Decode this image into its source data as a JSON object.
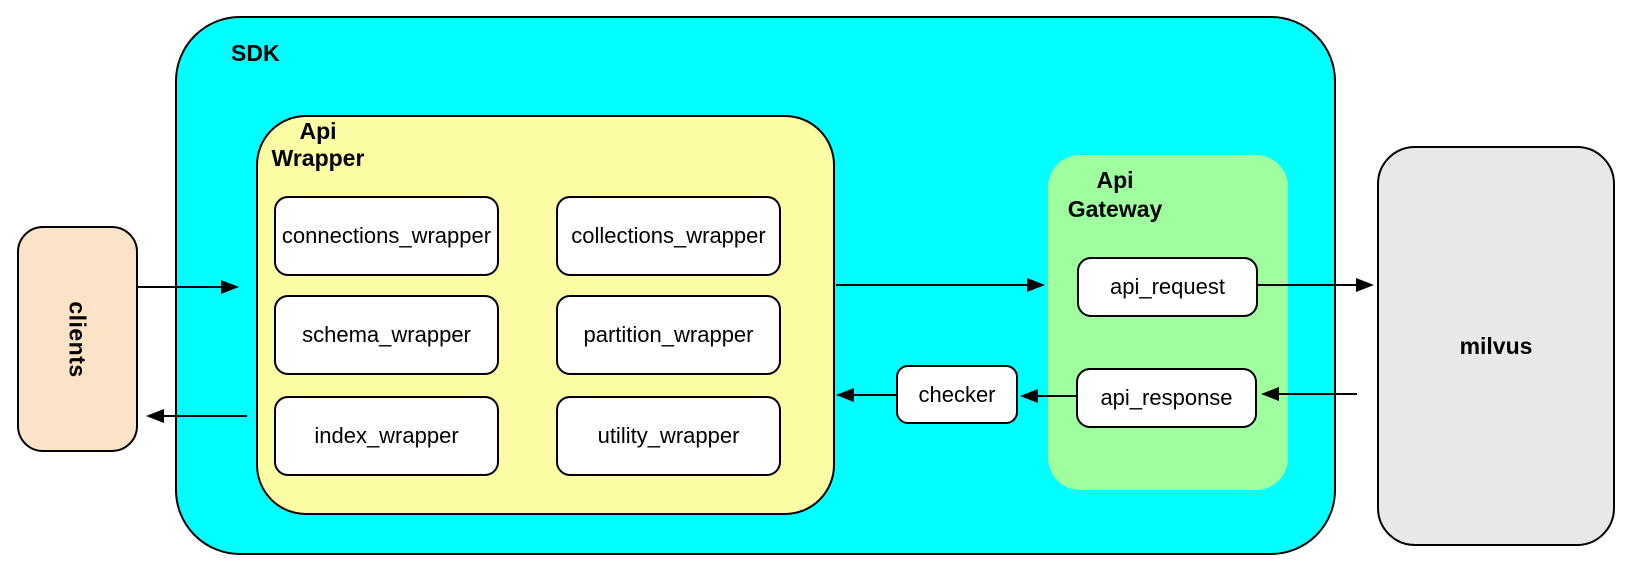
{
  "nodes": {
    "clients": {
      "label": "clients",
      "fill": "#FBE3C8"
    },
    "sdk": {
      "label": "SDK",
      "fill": "#00FFFF"
    },
    "api_wrapper": {
      "label": "Api\nWrapper",
      "fill": "#FCFCA5",
      "modules": [
        {
          "label": "connections_wrapper"
        },
        {
          "label": "collections_wrapper"
        },
        {
          "label": "schema_wrapper"
        },
        {
          "label": "partition_wrapper"
        },
        {
          "label": "index_wrapper"
        },
        {
          "label": "utility_wrapper"
        }
      ]
    },
    "checker": {
      "label": "checker",
      "fill": "#FFFFFF"
    },
    "api_gateway": {
      "label": "Api\nGateway",
      "fill": "#9FFF9F",
      "request": {
        "label": "api_request"
      },
      "response": {
        "label": "api_response"
      }
    },
    "milvus": {
      "label": "milvus",
      "fill": "#E8E8E8"
    }
  },
  "edges": [
    {
      "from": "clients",
      "to": "sdk"
    },
    {
      "from": "sdk",
      "to": "clients"
    },
    {
      "from": "api_wrapper",
      "to": "api_gateway"
    },
    {
      "from": "api_request",
      "to": "milvus"
    },
    {
      "from": "milvus",
      "to": "api_response"
    },
    {
      "from": "api_response",
      "to": "checker"
    },
    {
      "from": "checker",
      "to": "api_wrapper"
    }
  ]
}
